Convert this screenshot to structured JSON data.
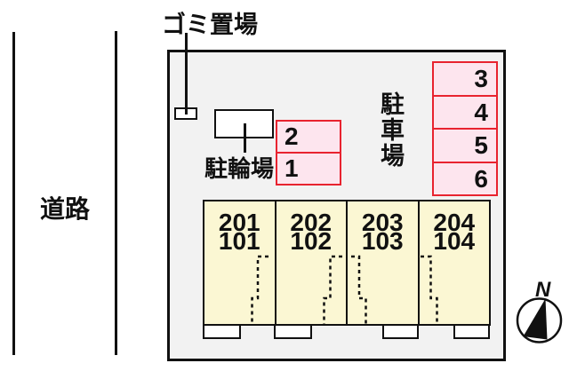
{
  "road": {
    "label": "道路"
  },
  "garbage": {
    "label": "ゴミ置場"
  },
  "bicycle": {
    "label": "駐輪場"
  },
  "parking": {
    "label": "駐車場",
    "left_spaces": [
      "2",
      "1"
    ],
    "right_spaces": [
      "3",
      "4",
      "5",
      "6"
    ]
  },
  "building": {
    "units": [
      {
        "upper": "201",
        "lower": "101"
      },
      {
        "upper": "202",
        "lower": "102"
      },
      {
        "upper": "203",
        "lower": "103"
      },
      {
        "upper": "204",
        "lower": "104"
      }
    ]
  },
  "compass": {
    "label": "N"
  },
  "colors": {
    "parking_space_fill": "#fde5ee",
    "parking_space_border": "#e8232f",
    "building_fill": "#fbf7d3",
    "plot_fill": "#f2f2f2",
    "line": "#111111"
  }
}
